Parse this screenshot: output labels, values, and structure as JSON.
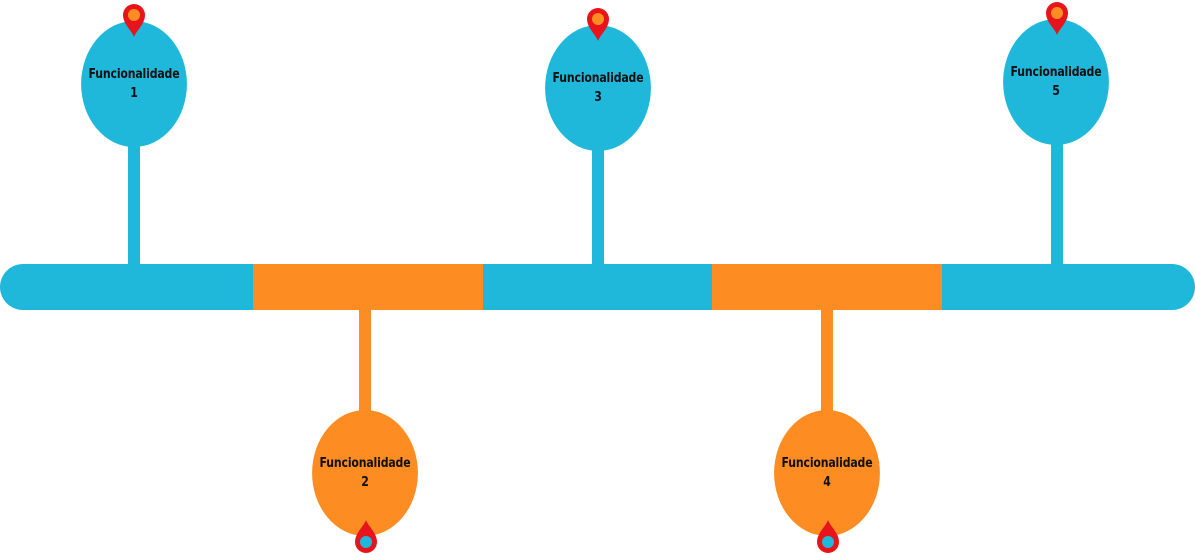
{
  "colors": {
    "blue": "#1fb8db",
    "orange": "#fd8d22",
    "pin_red": "#e8141b",
    "pin_core_orange": "#fd8d22",
    "pin_core_blue": "#1fb8db"
  },
  "timeline": {
    "segments": [
      "blue",
      "orange",
      "blue",
      "orange",
      "blue"
    ],
    "items": [
      {
        "label": "Funcionalidade",
        "number": "1",
        "position": "above",
        "color": "blue",
        "marker": "map-pin-icon"
      },
      {
        "label": "Funcionalidade",
        "number": "2",
        "position": "below",
        "color": "orange",
        "marker": "drop-pin-icon"
      },
      {
        "label": "Funcionalidade",
        "number": "3",
        "position": "above",
        "color": "blue",
        "marker": "map-pin-icon"
      },
      {
        "label": "Funcionalidade",
        "number": "4",
        "position": "below",
        "color": "orange",
        "marker": "drop-pin-icon"
      },
      {
        "label": "Funcionalidade",
        "number": "5",
        "position": "above",
        "color": "blue",
        "marker": "map-pin-icon"
      }
    ]
  }
}
